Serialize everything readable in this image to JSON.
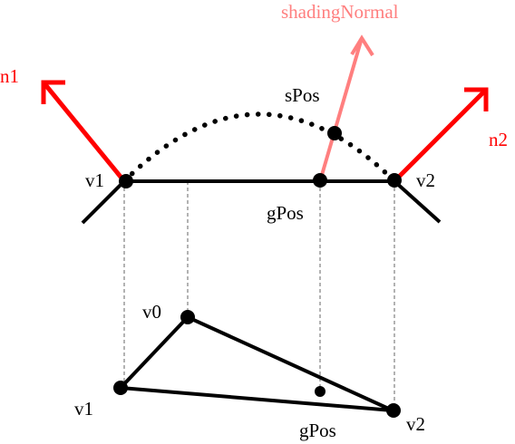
{
  "colors": {
    "normal": "#ff0000",
    "shading_normal": "#ff7f7f",
    "stroke": "#000000",
    "guide": "#808080",
    "background": "#ffffff"
  },
  "labels": {
    "n1": "n1",
    "n2": "n2",
    "shading_normal": "shadingNormal",
    "s_pos": "sPos",
    "top_v1": "v1",
    "top_v2": "v2",
    "top_g_pos": "gPos",
    "bottom_v0": "v0",
    "bottom_v1": "v1",
    "bottom_v2": "v2",
    "bottom_g_pos": "gPos"
  }
}
